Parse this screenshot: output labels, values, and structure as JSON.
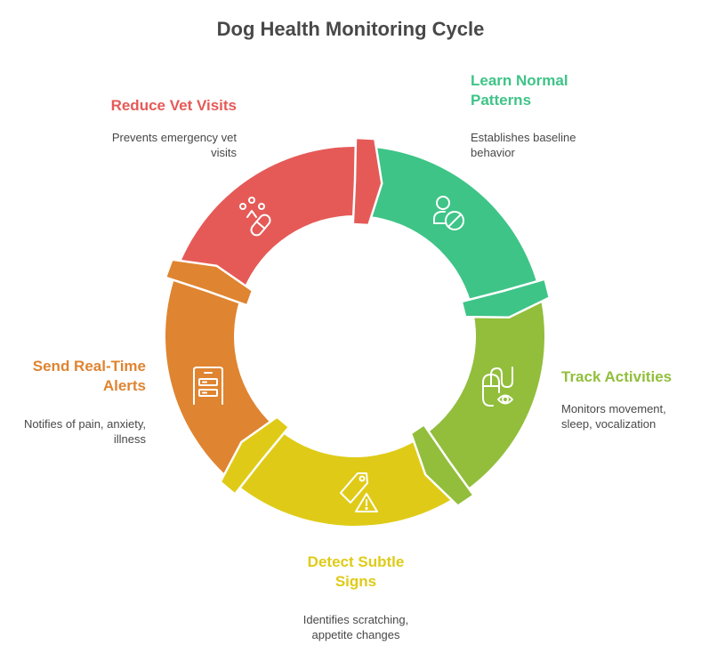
{
  "title": "Dog Health Monitoring Cycle",
  "colors": {
    "red": "#E55A57",
    "green": "#3EC487",
    "lime": "#92BE3C",
    "yellow": "#DFCB17",
    "orange": "#DF8431",
    "text": "#484848"
  },
  "steps": [
    {
      "label": "Learn Normal Patterns",
      "label_lines": [
        "Learn Normal",
        "Patterns"
      ],
      "description_lines": [
        "Establishes baseline",
        "behavior"
      ],
      "color": "#3EC487",
      "icon": "user-blocked-icon"
    },
    {
      "label": "Track Activities",
      "label_lines": [
        "Track Activities"
      ],
      "description_lines": [
        "Monitors movement,",
        "sleep, vocalization"
      ],
      "color": "#92BE3C",
      "icon": "mouse-eye-icon"
    },
    {
      "label": "Detect Subtle Signs",
      "label_lines": [
        "Detect Subtle",
        "Signs"
      ],
      "description_lines": [
        "Identifies scratching,",
        "appetite changes"
      ],
      "color": "#DFCB17",
      "icon": "tag-warning-icon"
    },
    {
      "label": "Send Real-Time Alerts",
      "label_lines": [
        "Send Real-Time",
        "Alerts"
      ],
      "description_lines": [
        "Notifies of pain, anxiety,",
        "illness"
      ],
      "color": "#DF8431",
      "icon": "filing-cabinet-icon"
    },
    {
      "label": "Reduce Vet Visits",
      "label_lines": [
        "Reduce Vet Visits"
      ],
      "description_lines": [
        "Prevents emergency vet",
        "visits"
      ],
      "color": "#E55A57",
      "icon": "paw-pill-icon"
    }
  ]
}
